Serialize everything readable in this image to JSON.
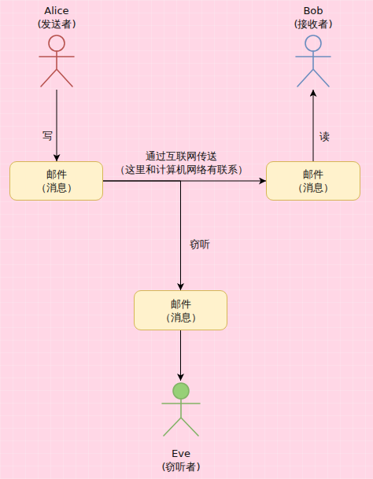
{
  "diagram": {
    "nodes": [
      {
        "text": [
          "Alice (发送者)"
        ]
      },
      {
        "text": [
          "Bob (接收者)"
        ]
      },
      {
        "text": [
          "邮件 （消息）"
        ]
      },
      {
        "text": [
          "邮件 （消息）"
        ]
      },
      {
        "text": [
          "邮件 （消息）"
        ]
      },
      {
        "text": [
          "Eve (窃听者)"
        ]
      }
    ],
    "edges": [
      {
        "from": 0,
        "to": 2,
        "arrow": "to",
        "label": "写"
      },
      {
        "from": 2,
        "to": 3,
        "arrow": "to",
        "label": "通过互联网传送 （这里和计算机网络有联系）"
      },
      {
        "from": 3,
        "to": 1,
        "arrow": "to",
        "label": "读"
      },
      {
        "from": 2,
        "to": 4,
        "arrow": "to",
        "label": "窃听"
      },
      {
        "from": 4,
        "to": 5,
        "arrow": "to"
      }
    ]
  }
}
